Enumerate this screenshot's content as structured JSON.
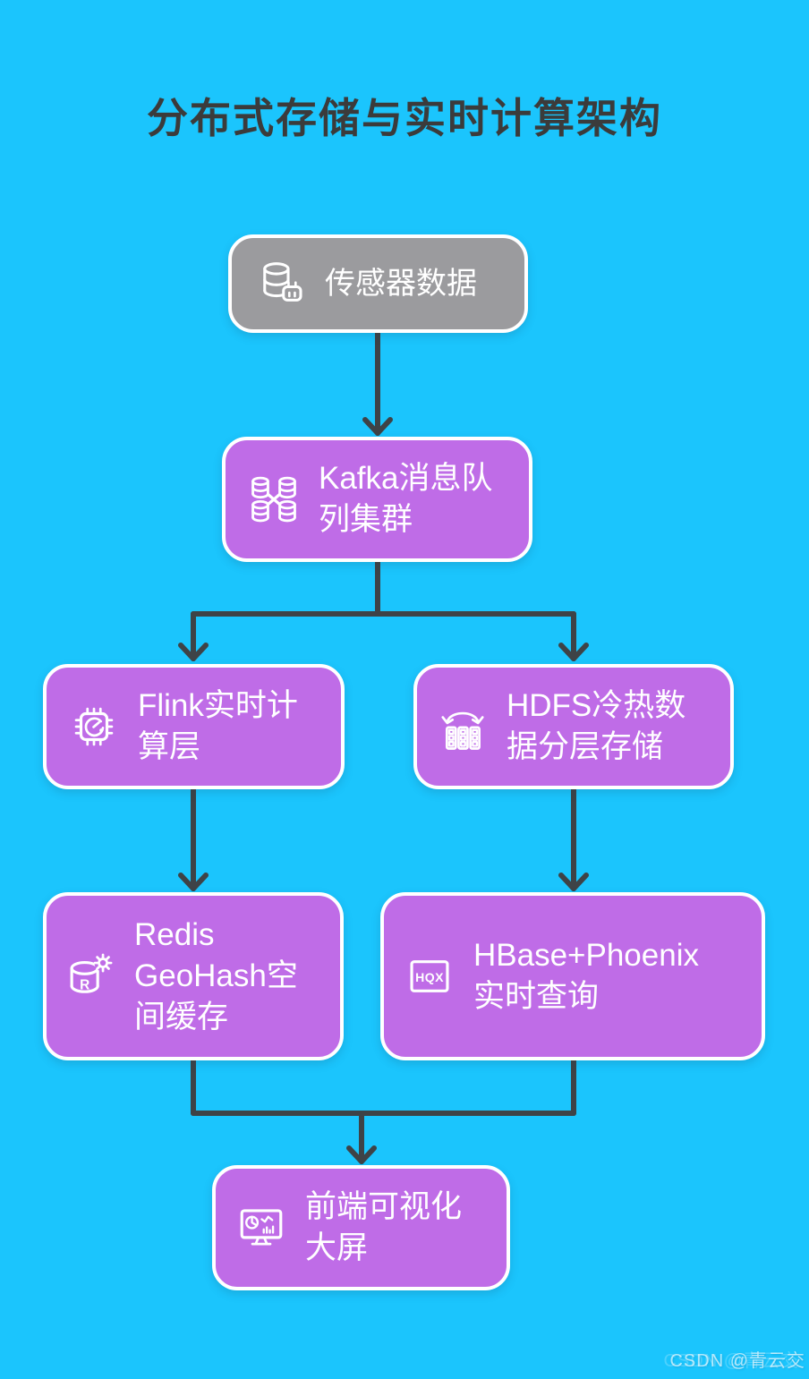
{
  "title": "分布式存储与实时计算架构",
  "watermark": "CSDN @青云交",
  "colors": {
    "background": "#1BC5FD",
    "node_purple": "#BF6CE7",
    "node_gray": "#9B9B9E",
    "node_border": "#FFFFFF",
    "node_text": "#FFFFFF",
    "connector": "#3E4347",
    "title_text": "#3B3B3B"
  },
  "nodes": {
    "sensor": {
      "label": "传感器数据",
      "lines": [
        "传感器数据"
      ],
      "icon": "database-sensor-icon"
    },
    "kafka": {
      "label": "Kafka消息队列集群",
      "lines": [
        "Kafka消息队",
        "列集群"
      ],
      "icon": "kafka-cluster-icon"
    },
    "flink": {
      "label": "Flink实时计算层",
      "lines": [
        "Flink实时计",
        "算层"
      ],
      "icon": "chip-gauge-icon"
    },
    "hdfs": {
      "label": "HDFS冷热数据分层存储",
      "lines": [
        "HDFS冷热数",
        "据分层存储"
      ],
      "icon": "tier-swap-icon"
    },
    "redis": {
      "label": "Redis GeoHash空间缓存",
      "lines": [
        "Redis",
        "GeoHash空",
        "间缓存"
      ],
      "icon": "redis-gear-icon"
    },
    "hbase": {
      "label": "HBase+Phoenix实时查询",
      "lines": [
        "HBase+Phoenix",
        "实时查询"
      ],
      "icon": "hqx-badge-icon"
    },
    "frontend": {
      "label": "前端可视化大屏",
      "lines": [
        "前端可视化",
        "大屏"
      ],
      "icon": "dashboard-monitor-icon"
    }
  },
  "edges": [
    {
      "from": "sensor",
      "to": "kafka"
    },
    {
      "from": "kafka",
      "to": "flink"
    },
    {
      "from": "kafka",
      "to": "hdfs"
    },
    {
      "from": "flink",
      "to": "redis"
    },
    {
      "from": "hdfs",
      "to": "hbase"
    },
    {
      "from": "redis",
      "to": "frontend"
    },
    {
      "from": "hbase",
      "to": "frontend"
    }
  ]
}
